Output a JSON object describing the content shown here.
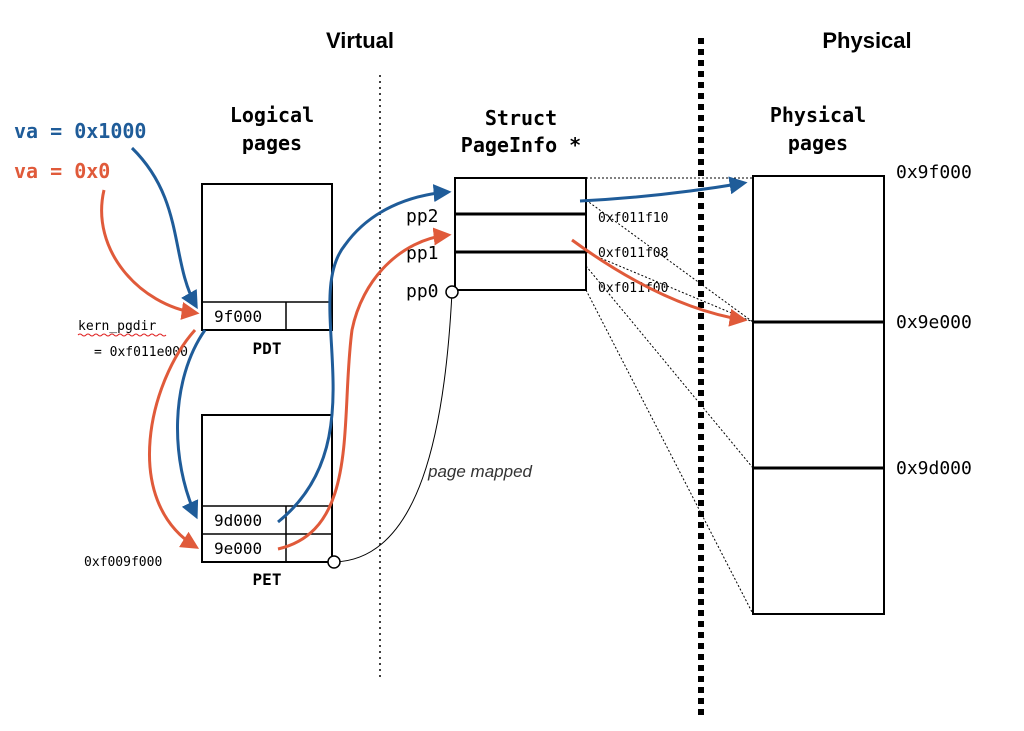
{
  "headings": {
    "virtual": "Virtual",
    "physical": "Physical"
  },
  "virtual_addresses": {
    "va_1000": "va = 0x1000",
    "va_0": "va = 0x0"
  },
  "colors": {
    "blue": "#1f5c99",
    "red": "#e05a3a"
  },
  "logical_pages": {
    "title_line1": "Logical",
    "title_line2": "pages"
  },
  "pdt": {
    "label": "PDT",
    "entry": "9f000"
  },
  "kern_pgdir": {
    "name": "kern_pgdir",
    "value": "= 0xf011e000"
  },
  "pet": {
    "label": "PET",
    "entries": [
      "9d000",
      "9e000"
    ],
    "address": "0xf009f000"
  },
  "pageinfo": {
    "title_line1": "Struct",
    "title_line2": "PageInfo *",
    "slots": [
      "pp2",
      "pp1",
      "pp0"
    ],
    "addresses": [
      "0xf011f10",
      "0xf011f08",
      "0xf011f00"
    ]
  },
  "page_mapped": "page mapped",
  "physical_pages": {
    "title_line1": "Physical",
    "title_line2": "pages",
    "addresses": [
      "0x9f000",
      "0x9e000",
      "0x9d000"
    ]
  }
}
